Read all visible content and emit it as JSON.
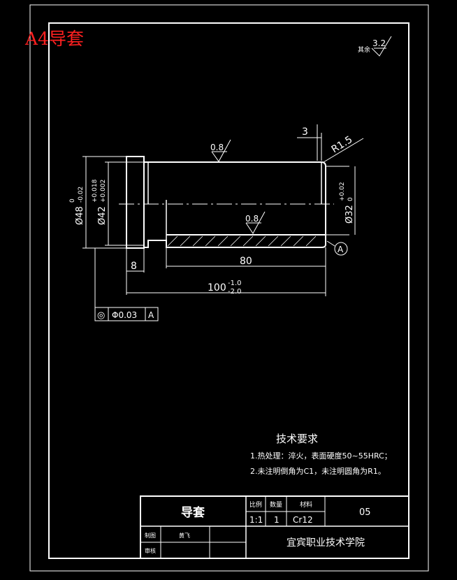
{
  "sheet": {
    "corner_label": "A4导套",
    "roughness_other": "其余",
    "roughness_other_value": "3.2"
  },
  "dimensions": {
    "groove_width": "3",
    "fillet": "R1.5",
    "surface_outer": "0.8",
    "surface_bore": "0.8",
    "diameter_48": "Ø48",
    "diameter_48_tol_upper": "0",
    "diameter_48_tol_lower": "-0.02",
    "diameter_42": "Ø42",
    "diameter_42_tol_upper": "+0.018",
    "diameter_42_tol_lower": "+0.002",
    "diameter_32": "Ø32",
    "diameter_32_tol_upper": "+0.02",
    "diameter_32_tol_lower": "0",
    "flange_width": "8",
    "bore_length": "80",
    "total_length": "100",
    "total_length_tol_upper": "-1.0",
    "total_length_tol_lower": "-2.0",
    "datum": "A"
  },
  "tolerance_frame": {
    "symbol": "◎",
    "value": "Φ0.03",
    "datum": "A"
  },
  "tech_requirements": {
    "title": "技术要求",
    "items": [
      "1.热处理：淬火，表面硬度50~55HRC；",
      "2.未注明倒角为C1，未注明圆角为R1。"
    ]
  },
  "title_block": {
    "part_name": "导套",
    "scale_header": "比例",
    "qty_header": "数量",
    "material_header": "材料",
    "scale": "1:1",
    "qty": "1",
    "material": "Cr12",
    "drawing_no": "05",
    "drawn_label": "制图",
    "drawn_by": "黄飞",
    "review_label": "审核",
    "school": "宜宾职业技术学院"
  }
}
